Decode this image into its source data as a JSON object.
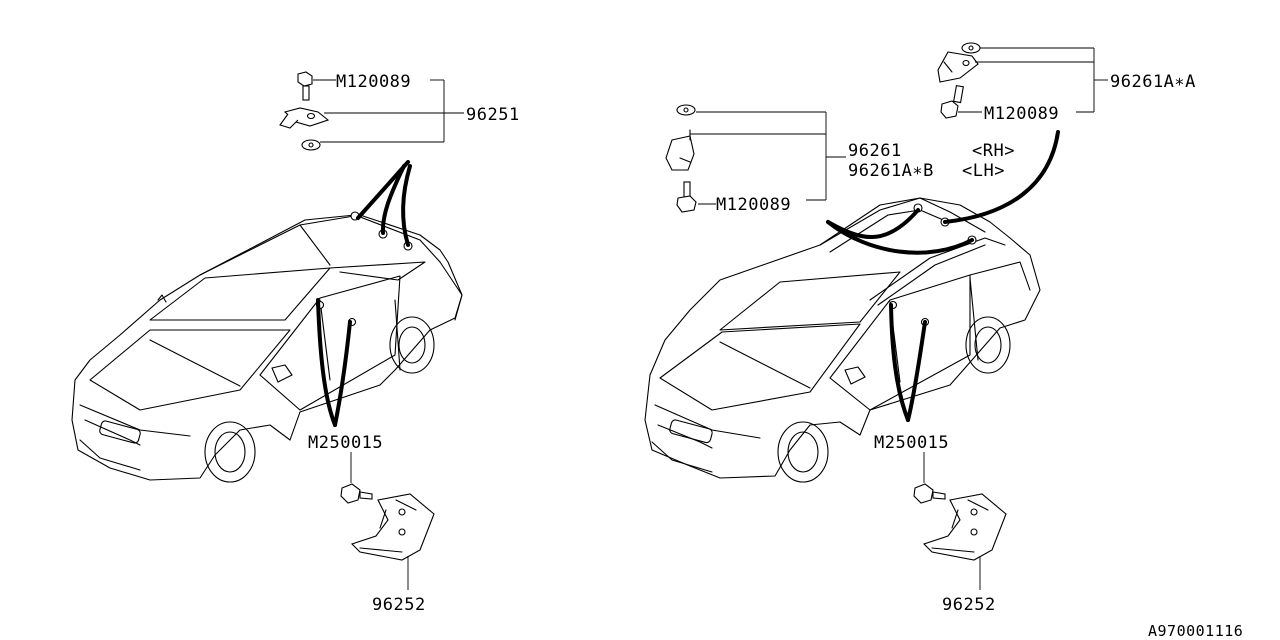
{
  "diagram_id": "A970001116",
  "left": {
    "bolt_top": "M120089",
    "bracket_top": "96251",
    "bolt_bottom": "M250015",
    "bracket_bottom": "96252"
  },
  "right": {
    "bracket_rear": "96261A∗A",
    "bolt_rear": "M120089",
    "bracket_rh": "96261",
    "bracket_rh_side": "<RH>",
    "bracket_lh": "96261A∗B",
    "bracket_lh_side": "<LH>",
    "bolt_roof": "M120089",
    "bolt_bottom": "M250015",
    "bracket_bottom": "96252"
  }
}
